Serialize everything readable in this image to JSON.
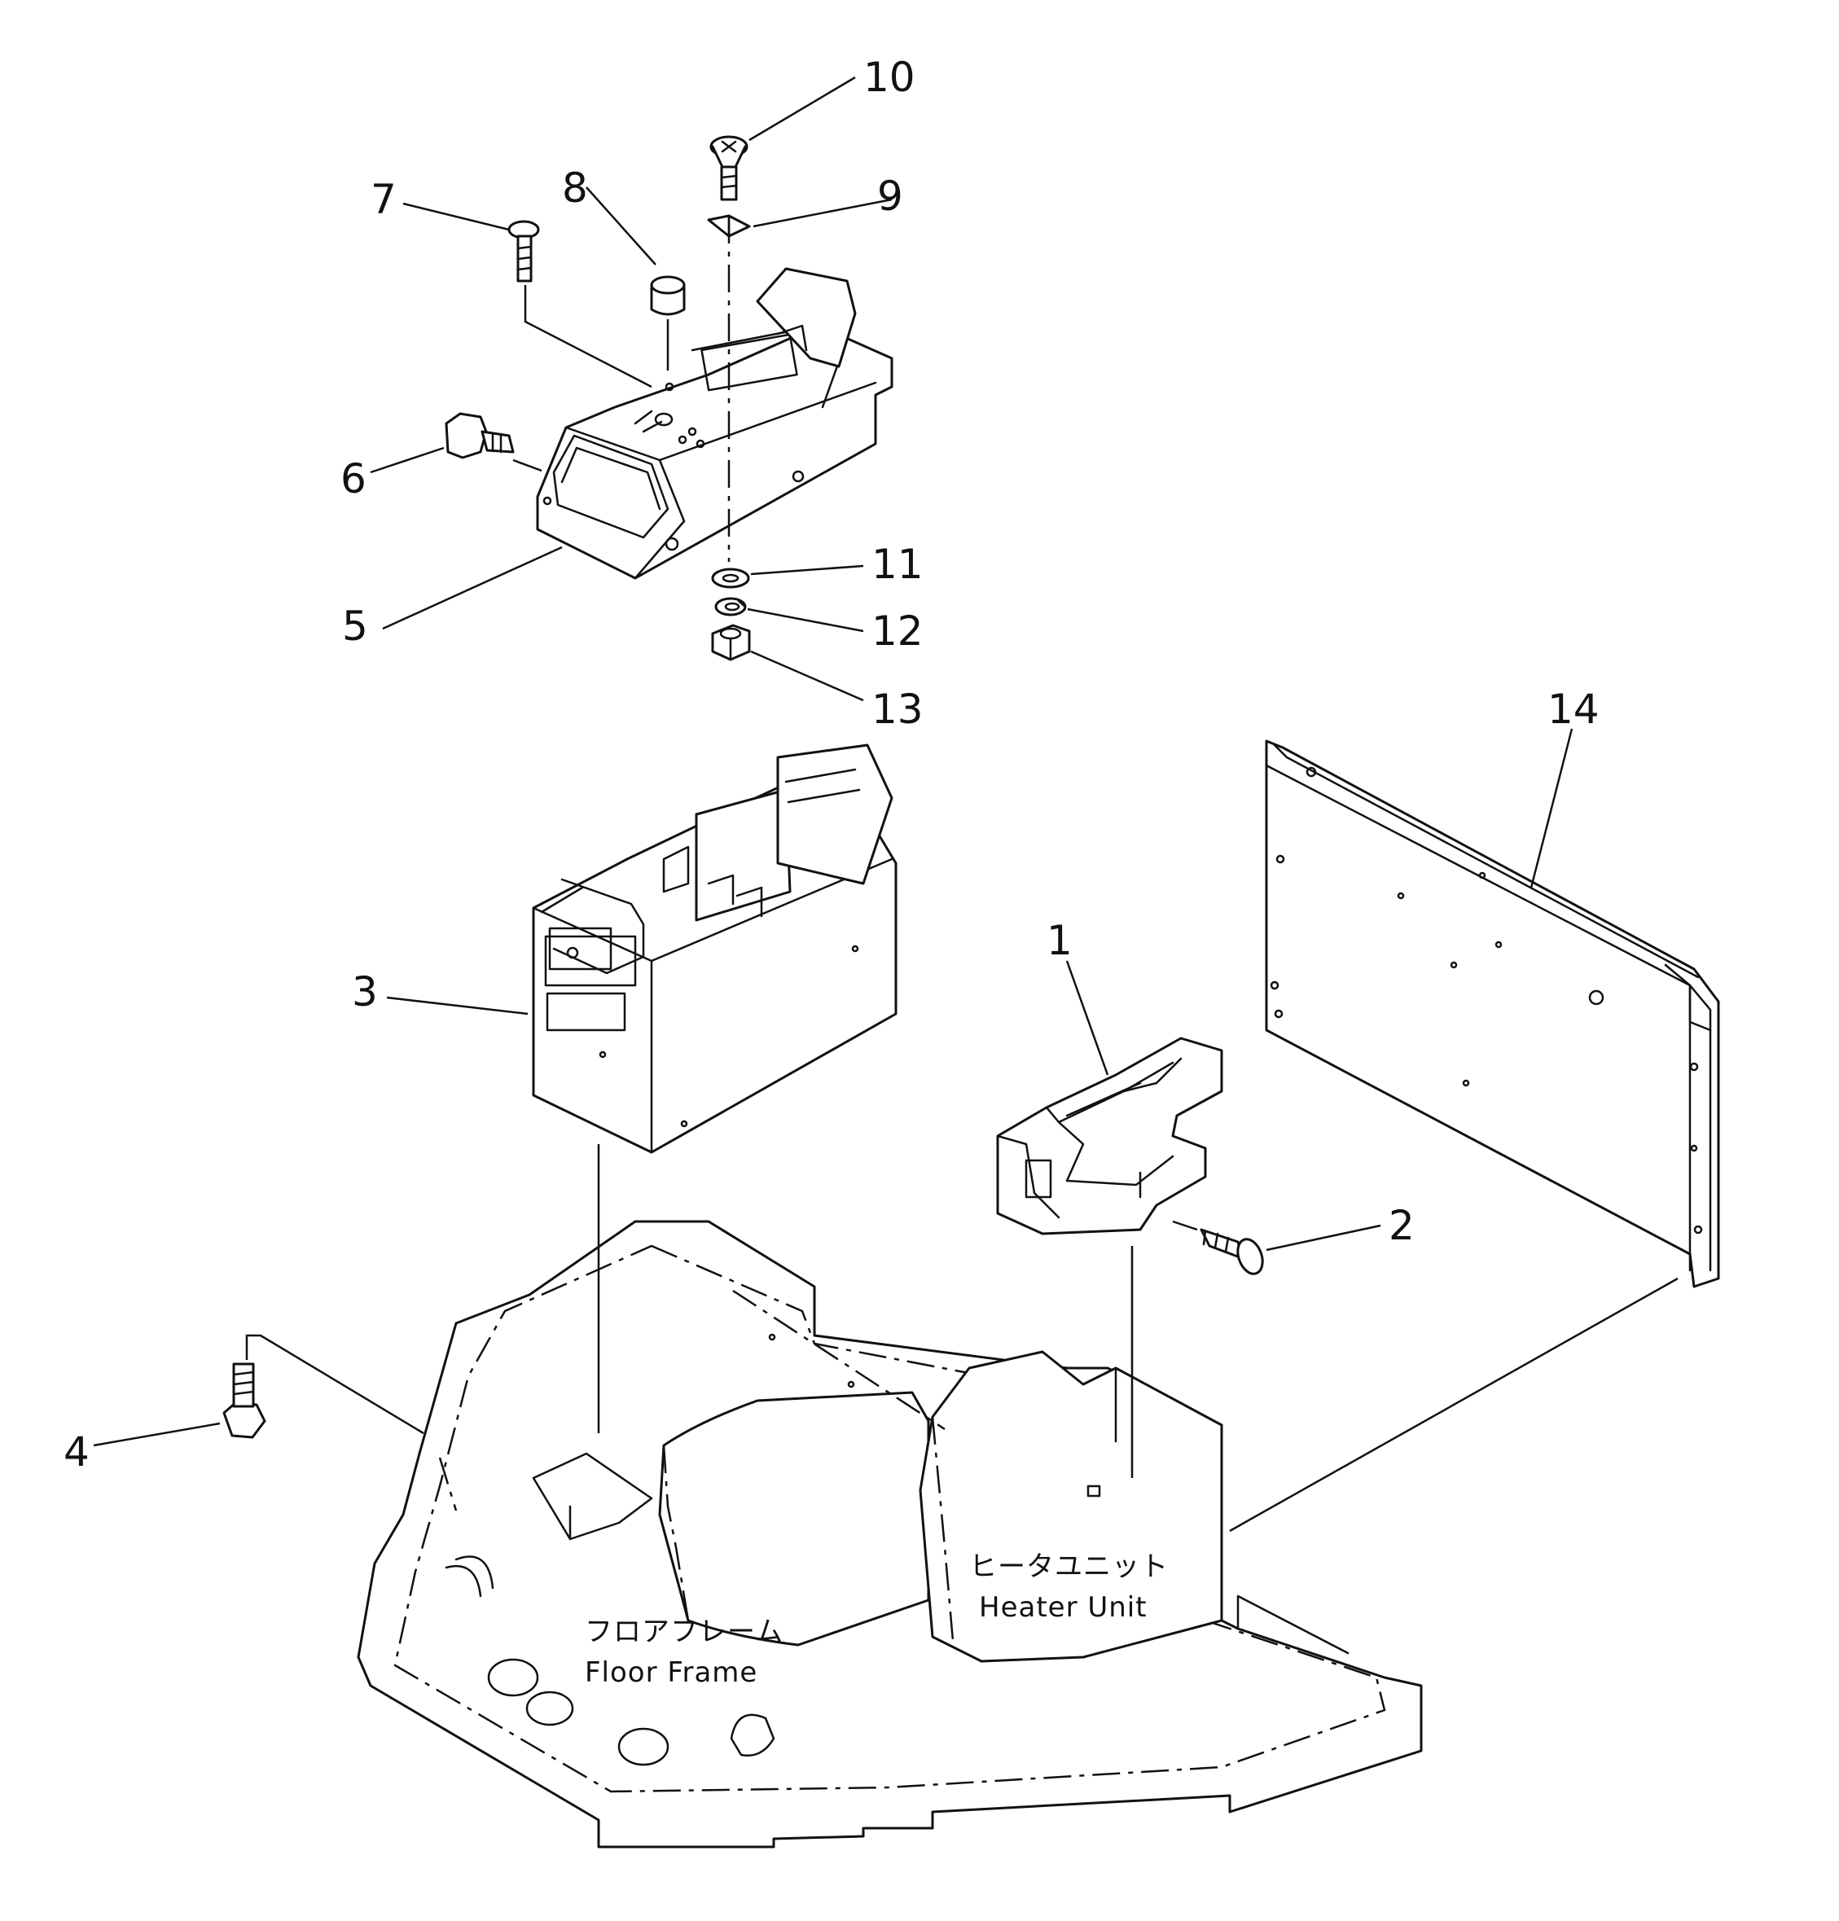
{
  "part_numbers": {
    "p1": "1",
    "p2": "2",
    "p3": "3",
    "p4": "4",
    "p5": "5",
    "p6": "6",
    "p7": "7",
    "p8": "8",
    "p9": "9",
    "p10": "10",
    "p11": "11",
    "p12": "12",
    "p13": "13",
    "p14": "14"
  },
  "labels": {
    "heater_unit_jp": "ヒータユニット",
    "heater_unit_en": "Heater Unit",
    "floor_frame_jp": "フロアフレーム",
    "floor_frame_en": "Floor Frame"
  }
}
